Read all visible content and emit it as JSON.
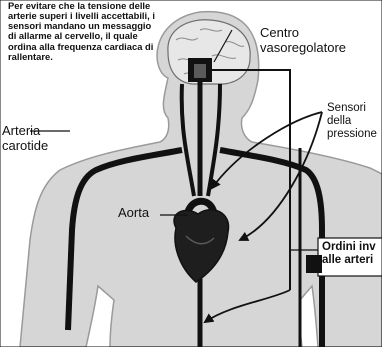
{
  "intro_text": "Per evitare che la tensione delle arterie superi i livelli accettabili, i sensori mandano un messaggio di allarme al cervello, il quale ordina alla frequenza cardiaca di rallentare.",
  "labels": {
    "centro_line1": "Centro",
    "centro_line2": "vasoregolatore",
    "sensori_line1": "Sensori",
    "sensori_line2": "della",
    "sensori_line3": "pressione",
    "arteria_line1": "Arteria",
    "arteria_line2": "carotide",
    "aorta": "Aorta",
    "ordini_line1": "Ordini inv",
    "ordini_line2": "alle arteri"
  },
  "colors": {
    "ink": "#111111",
    "body_fill": "#d6d6d6",
    "brain_fill": "#e7e7e7",
    "heart_fill": "#1e1e1e",
    "background": "#ffffff"
  }
}
